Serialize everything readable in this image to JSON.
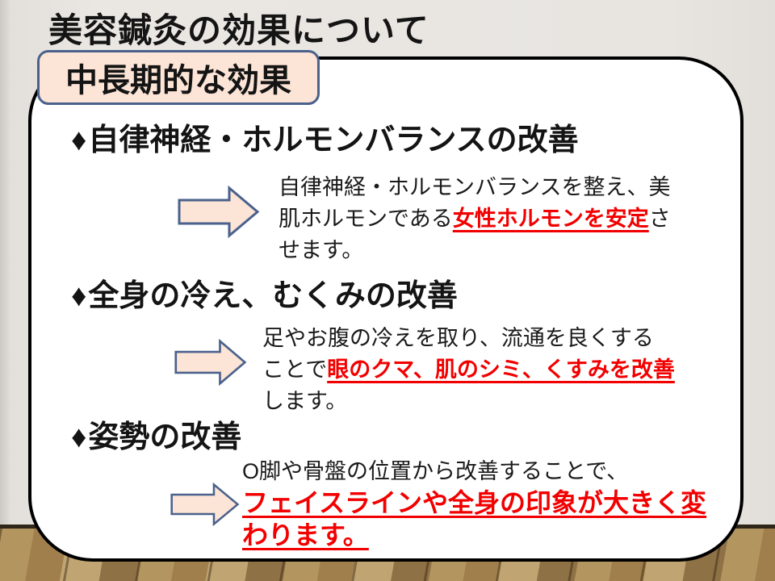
{
  "slide": {
    "title": "美容鍼灸の効果について",
    "badge": "中長期的な効果",
    "bullet_glyph": "♦",
    "sections": [
      {
        "heading": "自律神経・ホルモンバランスの改善",
        "lines": [
          [
            {
              "t": "自律神経・ホルモンバランスを整え、美"
            }
          ],
          [
            {
              "t": "肌ホルモンである"
            },
            {
              "t": "女性ホルモンを安定"
            },
            {
              "t": "さ"
            }
          ],
          [
            {
              "t": "せます。"
            }
          ]
        ]
      },
      {
        "heading": "全身の冷え、むくみの改善",
        "lines": [
          [
            {
              "t": "足やお腹の冷えを取り、流通を良くする"
            }
          ],
          [
            {
              "t": "ことで"
            },
            {
              "t": "眼のクマ、肌のシミ、くすみを改善"
            }
          ],
          [
            {
              "t": "します。"
            }
          ]
        ]
      },
      {
        "heading": "姿勢の改善",
        "lines": [
          [
            {
              "t": "O脚や骨盤の位置から改善することで、"
            }
          ],
          [
            {
              "t": "フェイスラインや全身の印象が大きく変"
            }
          ],
          [
            {
              "t": "わります。"
            }
          ]
        ]
      }
    ]
  },
  "colors": {
    "wall": "#e7e4e0",
    "floor_wood": "#a98c5d",
    "box_background": "#ffffff",
    "box_border": "#000000",
    "badge_background": "#fce4d6",
    "badge_border": "#4a618c",
    "arrow_fill": "#fce4d6",
    "arrow_border": "#4a618c",
    "highlight_red": "#f20000",
    "text": "#141414"
  }
}
